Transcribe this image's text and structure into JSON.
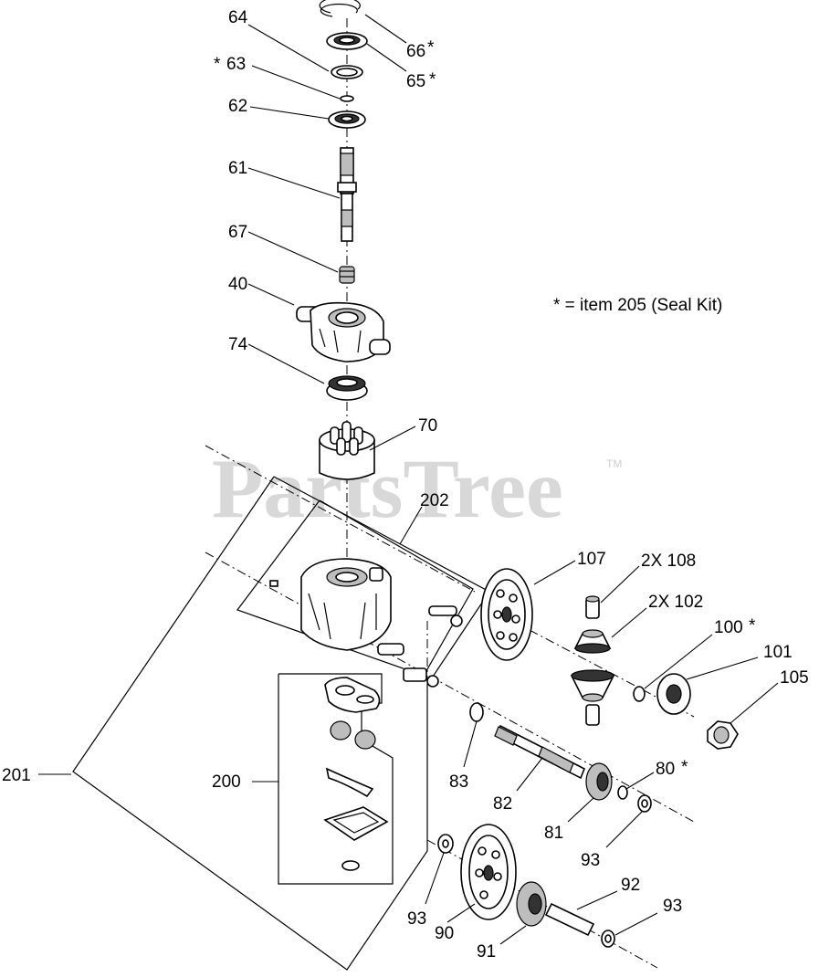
{
  "watermark": {
    "text": "PartsTree",
    "tm": "TM"
  },
  "seal_kit_note": "* = item 205 (Seal Kit)",
  "labels": {
    "l64": "64",
    "l66": "66",
    "l66_star": "*",
    "l63_star": "*",
    "l63": "63",
    "l65": "65",
    "l65_star": "*",
    "l62": "62",
    "l61": "61",
    "l67": "67",
    "l40": "40",
    "l74": "74",
    "l70": "70",
    "l202": "202",
    "l107": "107",
    "l108": "2X 108",
    "l102": "2X 102",
    "l100": "100",
    "l100_star": "*",
    "l101": "101",
    "l105": "105",
    "l201": "201",
    "l200": "200",
    "l83": "83",
    "l82": "82",
    "l80": "80",
    "l80_star": "*",
    "l81": "81",
    "l93a": "93",
    "l93b": "93",
    "l93c": "93",
    "l90": "90",
    "l92": "92",
    "l91": "91"
  }
}
